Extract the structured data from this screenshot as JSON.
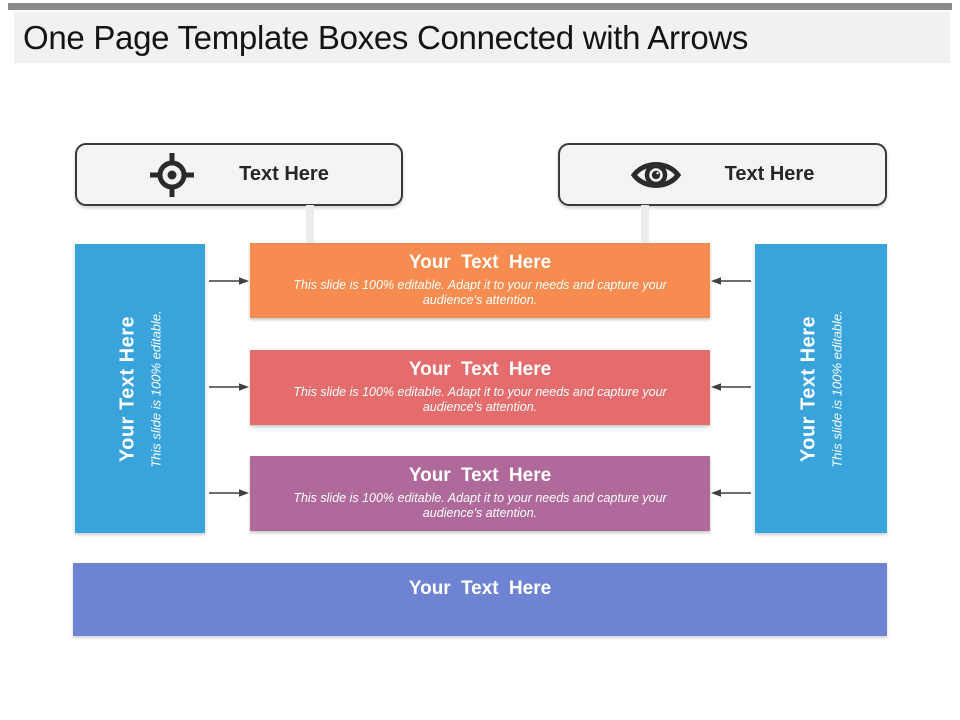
{
  "header": {
    "bar_color": "#8a8a8a",
    "band_color": "#f1f1f1",
    "title": "One Page Template Boxes Connected with Arrows"
  },
  "top_boxes": [
    {
      "icon": "target-icon",
      "label": "Text Here"
    },
    {
      "icon": "eye-icon",
      "label": "Text Here"
    }
  ],
  "side_columns": {
    "left": {
      "title": "Your Text Here",
      "subtitle": "This slide is 100% editable.",
      "color": "#39a3db"
    },
    "right": {
      "title": "Your Text Here",
      "subtitle": "This slide is 100% editable.",
      "color": "#39a3db"
    }
  },
  "rows": [
    {
      "title": "Your Text Here",
      "body": "This slide is 100% editable. Adapt it to your needs and capture your audience's attention.",
      "color": "#f68c50"
    },
    {
      "title": "Your Text Here",
      "body": "This slide is 100% editable. Adapt it to your needs and capture your audience's attention.",
      "color": "#e56c6c"
    },
    {
      "title": "Your Text Here",
      "body": "This slide is 100% editable. Adapt it to your needs and capture your audience's attention.",
      "color": "#b0699b"
    }
  ],
  "bottom_bar": {
    "title": "Your Text Here",
    "color": "#6f83d3"
  },
  "accents": {
    "arrow_color": "#3f3f3f",
    "connector_color": "#ececec",
    "icon_color": "#2b2b2b"
  }
}
